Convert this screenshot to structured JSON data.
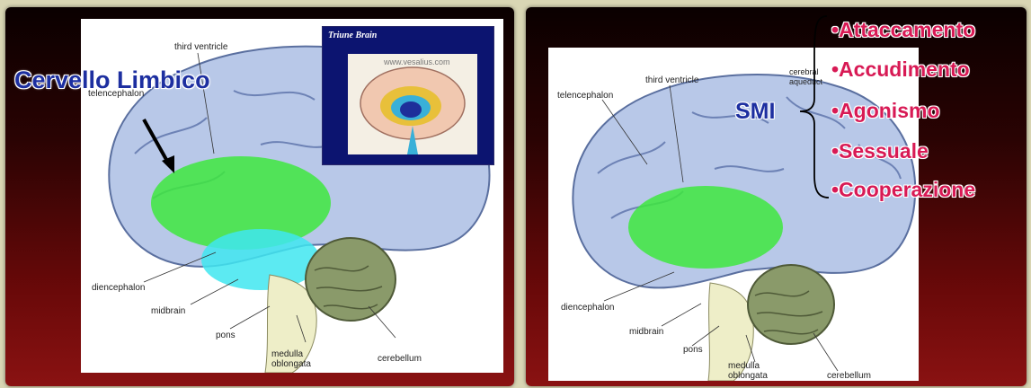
{
  "left": {
    "title": "Cervello Limbico",
    "inset": {
      "title": "Triune Brain",
      "watermark": "www.vesalius.com"
    },
    "labels": {
      "third_ventricle": "third ventricle",
      "telencephalon": "telencephalon",
      "diencephalon": "diencephalon",
      "midbrain": "midbrain",
      "pons": "pons",
      "medulla": "medulla\noblongata",
      "cerebellum": "cerebellum"
    }
  },
  "right": {
    "smi": "SMI",
    "labels": {
      "third_ventricle": "third ventricle",
      "telencephalon": "telencephalon",
      "cerebral_aqueduct": "cerebral\naqueduct",
      "diencephalon": "diencephalon",
      "midbrain": "midbrain",
      "pons": "pons",
      "medulla": "medulla\noblongata",
      "cerebellum": "cerebellum"
    },
    "systems": [
      "•Attaccamento",
      "•Accudimento",
      "•Agonismo",
      "•Sessuale",
      "•Cooperazione"
    ]
  },
  "colors": {
    "limbic_green": "#3ee83e",
    "highlight_cyan": "#3fe6f0",
    "title_blue": "#1d2fa0",
    "list_red": "#d81a55",
    "panel_dark": "#2a0303"
  }
}
